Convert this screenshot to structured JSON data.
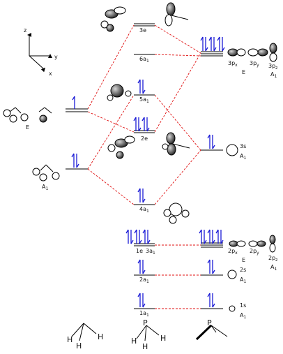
{
  "axes": {
    "z": "z",
    "y": "y",
    "x": "x"
  },
  "labels": {
    "level_3e": "3e",
    "level_6a1": "6a",
    "level_6a1_sub": "1",
    "level_5a1": "5a",
    "level_5a1_sub": "1",
    "level_2e": "2e",
    "level_4a1": "4a",
    "level_4a1_sub": "1",
    "level_1e": "1e",
    "level_3a1": "3a",
    "level_3a1_sub": "1",
    "level_2a1": "2a",
    "level_2a1_sub": "1",
    "level_1a1": "1a",
    "level_1a1_sub": "1",
    "h3_sym_e": "E",
    "h3_sym_a1": "A",
    "h3_sym_a1_sub": "1",
    "p3s": "3s",
    "p3s_sym": "A",
    "p3s_sym_sub": "1",
    "p3px": "3p",
    "p3px_sub": "x",
    "p3py": "3p",
    "p3py_sub": "y",
    "p3pz": "3p",
    "p3pz_sub": "z",
    "p3p_sym_e": "E",
    "p3p_sym_a1": "A",
    "p3p_sym_a1_sub": "1",
    "p2px": "2p",
    "p2px_sub": "x",
    "p2py": "2p",
    "p2py_sub": "y",
    "p2pz": "2p",
    "p2pz_sub": "z",
    "p2p_sym_e": "E",
    "p2p_sym_a1": "A",
    "p2p_sym_a1_sub": "1",
    "p2s": "2s",
    "p2s_sym": "A",
    "p2s_sym_sub": "1",
    "p1s": "1s",
    "p1s_sym": "A",
    "p1s_sym_sub": "1"
  },
  "molecules": {
    "h3": {
      "atoms": [
        "H",
        "H",
        "H"
      ]
    },
    "ph3": {
      "atoms": [
        "P",
        "H",
        "H",
        "H"
      ]
    },
    "p": {
      "atoms": [
        "P"
      ]
    }
  },
  "colors": {
    "arrow": "#1a1ad6",
    "dashed": "#e01010",
    "line": "#000000"
  }
}
